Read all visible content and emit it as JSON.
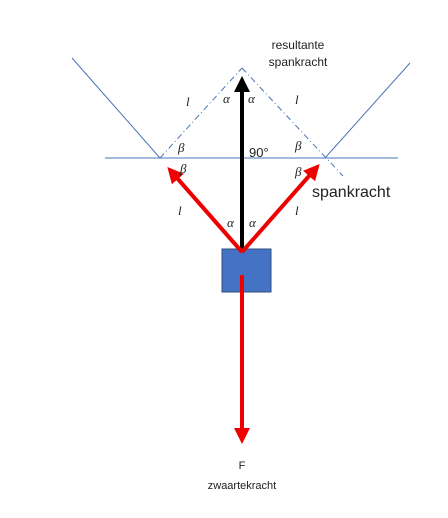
{
  "labels": {
    "resultant_line1": "resultante",
    "resultant_line2": "spankracht",
    "tension": "spankracht",
    "gravity_symbol": "F",
    "gravity_name": "zwaartekracht",
    "right_angle": "90°",
    "alpha": "α",
    "beta": "β",
    "length": "l"
  },
  "colors": {
    "rope": "#4a74b4",
    "construction": "#4a74b4",
    "force": "#ee0000",
    "resultant": "#000000",
    "mass_fill": "#4472c4",
    "mass_border": "#2f4f80"
  }
}
